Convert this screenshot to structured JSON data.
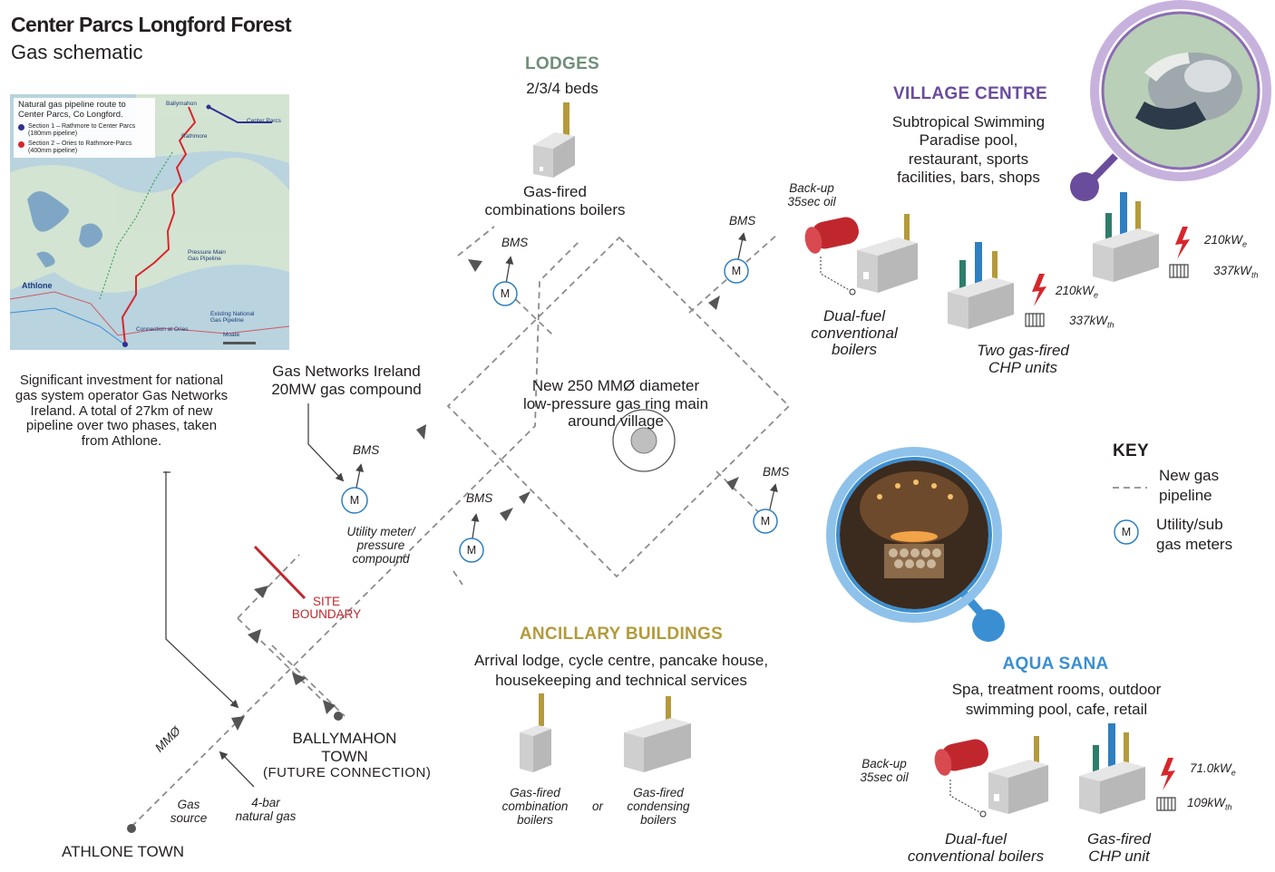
{
  "title": "Center Parcs Longford Forest",
  "subtitle": "Gas schematic",
  "map": {
    "legend_title": "Natural gas pipeline route to Center Parcs, Co Longford.",
    "legend_items": [
      {
        "label": "Section 1 – Rathmore to Center Parcs (180mm pipeline)",
        "color": "#2e3192"
      },
      {
        "label": "Section 2 – Ories to Rathmore-Parcs (400mm pipeline)",
        "color": "#d7262b"
      }
    ],
    "places": {
      "ballymahon": "Ballymahon",
      "center_parcs": "Center Parcs",
      "rathmore": "Rathmore",
      "athlone": "Athlone",
      "connection": "Connection at Ories",
      "pressure_main": "Pressure Main Gas Pipeline",
      "existing_main": "Existing National Gas Pipeline",
      "moate": "Moate"
    }
  },
  "intro_text": "Significant investment for national gas system operator Gas Networks Ireland. A total of 27km of new pipeline over two phases, taken from Athlone.",
  "compound": {
    "line1": "Gas Networks Ireland",
    "line2": "20MW gas compound"
  },
  "lodges": {
    "heading": "LODGES",
    "sub": "2/3/4 beds",
    "boiler_line1": "Gas-fired",
    "boiler_line2": "combinations boilers"
  },
  "ring_main": {
    "line1": "New 250 MMØ diameter",
    "line2": "low-pressure gas ring main",
    "line3": "around village"
  },
  "village_centre": {
    "heading": "VILLAGE CENTRE",
    "lines": [
      "Subtropical Swimming",
      "Paradise pool,",
      "restaurant, sports",
      "facilities, bars, shops"
    ],
    "backup_line1": "Back-up",
    "backup_line2": "35sec oil",
    "dual_fuel": [
      "Dual-fuel",
      "conventional",
      "boilers"
    ],
    "chp_label": [
      "Two gas-fired",
      "CHP units"
    ],
    "chp1_elec": "210kW",
    "chp1_elec_sub": "e",
    "chp1_heat": "337kW",
    "chp1_heat_sub": "th",
    "chp2_elec": "210kW",
    "chp2_elec_sub": "e",
    "chp2_heat": "337kW",
    "chp2_heat_sub": "th"
  },
  "bms_label": "BMS",
  "meter_symbol": "M",
  "utility_meter": [
    "Utility meter/",
    "pressure",
    "compound"
  ],
  "site_boundary": [
    "SITE",
    "BOUNDARY"
  ],
  "ballymahon": {
    "line1": "BALLYMAHON",
    "line2": "TOWN",
    "line3": "(FUTURE CONNECTION)"
  },
  "athlone_town": "ATHLONE TOWN",
  "mmo_label": "MMØ",
  "gas_source": [
    "Gas",
    "source"
  ],
  "natural_gas": [
    "4-bar",
    "natural gas"
  ],
  "ancillary": {
    "heading": "ANCILLARY BUILDINGS",
    "line1": "Arrival lodge, cycle centre, pancake house,",
    "line2": "housekeeping and technical services",
    "combi": [
      "Gas-fired",
      "combination",
      "boilers"
    ],
    "or": "or",
    "condensing": [
      "Gas-fired",
      "condensing",
      "boilers"
    ]
  },
  "key": {
    "heading": "KEY",
    "pipeline": [
      "New gas",
      "pipeline"
    ],
    "meters": [
      "Utility/sub",
      "gas meters"
    ]
  },
  "aqua_sana": {
    "heading": "AQUA SANA",
    "line1": "Spa, treatment rooms, outdoor",
    "line2": "swimming pool, cafe, retail",
    "backup_line1": "Back-up",
    "backup_line2": "35sec oil",
    "dual_fuel": [
      "Dual-fuel",
      "conventional boilers"
    ],
    "chp_label": [
      "Gas-fired",
      "CHP unit"
    ],
    "elec": "71.0kW",
    "elec_sub": "e",
    "heat": "109kW",
    "heat_sub": "th"
  },
  "colors": {
    "lodges": "#6f8f78",
    "village": "#6a4c9c",
    "ancillary": "#b49a3b",
    "aqua": "#3a8fd2",
    "boundary": "#c0272d",
    "pipe": "#8c8c8c",
    "meter": "#2f7fc1"
  }
}
